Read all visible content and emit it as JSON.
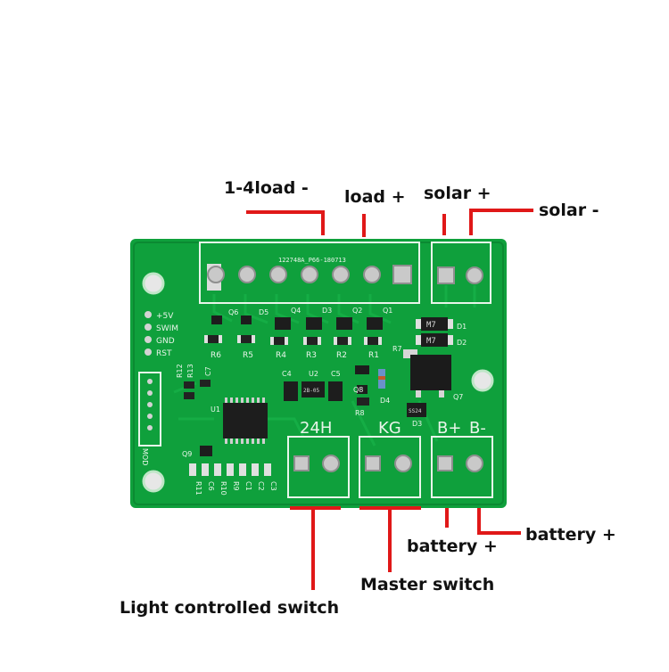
{
  "callouts": {
    "load_negative": "1-4load -",
    "load_positive": "load +",
    "solar_positive": "solar +",
    "solar_negative": "solar -",
    "battery_right": "battery +",
    "battery_left": "battery +",
    "master_switch": "Master switch",
    "light_switch": "Light controlled switch"
  },
  "board": {
    "serial": "122748A_P66-180713",
    "header_pins": [
      "+5V",
      "SWIM",
      "GND",
      "RST"
    ],
    "mod_label": "MOD",
    "terminal_labels": {
      "t24h": "24H",
      "kg": "KG",
      "bplus": "B+",
      "bminus": "B-"
    },
    "transistors": [
      "Q6",
      "D5",
      "Q4",
      "D3",
      "Q2",
      "Q1"
    ],
    "resistors_row": [
      "R6",
      "R5",
      "R4",
      "R3",
      "R2",
      "R1"
    ],
    "diodes": {
      "d1": "D1",
      "d2": "D2",
      "d3": "D3",
      "d4": "D4"
    },
    "parts": {
      "r7": "R7",
      "r8": "R8",
      "q8": "Q8",
      "q7": "Q7",
      "q9": "Q9",
      "u1": "U1",
      "u2": "U2",
      "c4": "C4",
      "c5": "C5",
      "c7": "C7",
      "r12": "R12",
      "r13": "R13"
    },
    "bottom_parts": [
      "R11",
      "C6",
      "R10",
      "R9",
      "C1",
      "C2",
      "C3"
    ],
    "chip_marks": {
      "m7a": "M7",
      "m7b": "M7",
      "ss24": "SS24",
      "u2": "2B-05"
    }
  },
  "colors": {
    "pcb": "#0fa03c",
    "pcb_edge": "#0b8a32",
    "silk": "#e9f5ea",
    "callout_line": "#e01818",
    "pad": "#c9c9c9",
    "chip": "#1d1d1d"
  }
}
